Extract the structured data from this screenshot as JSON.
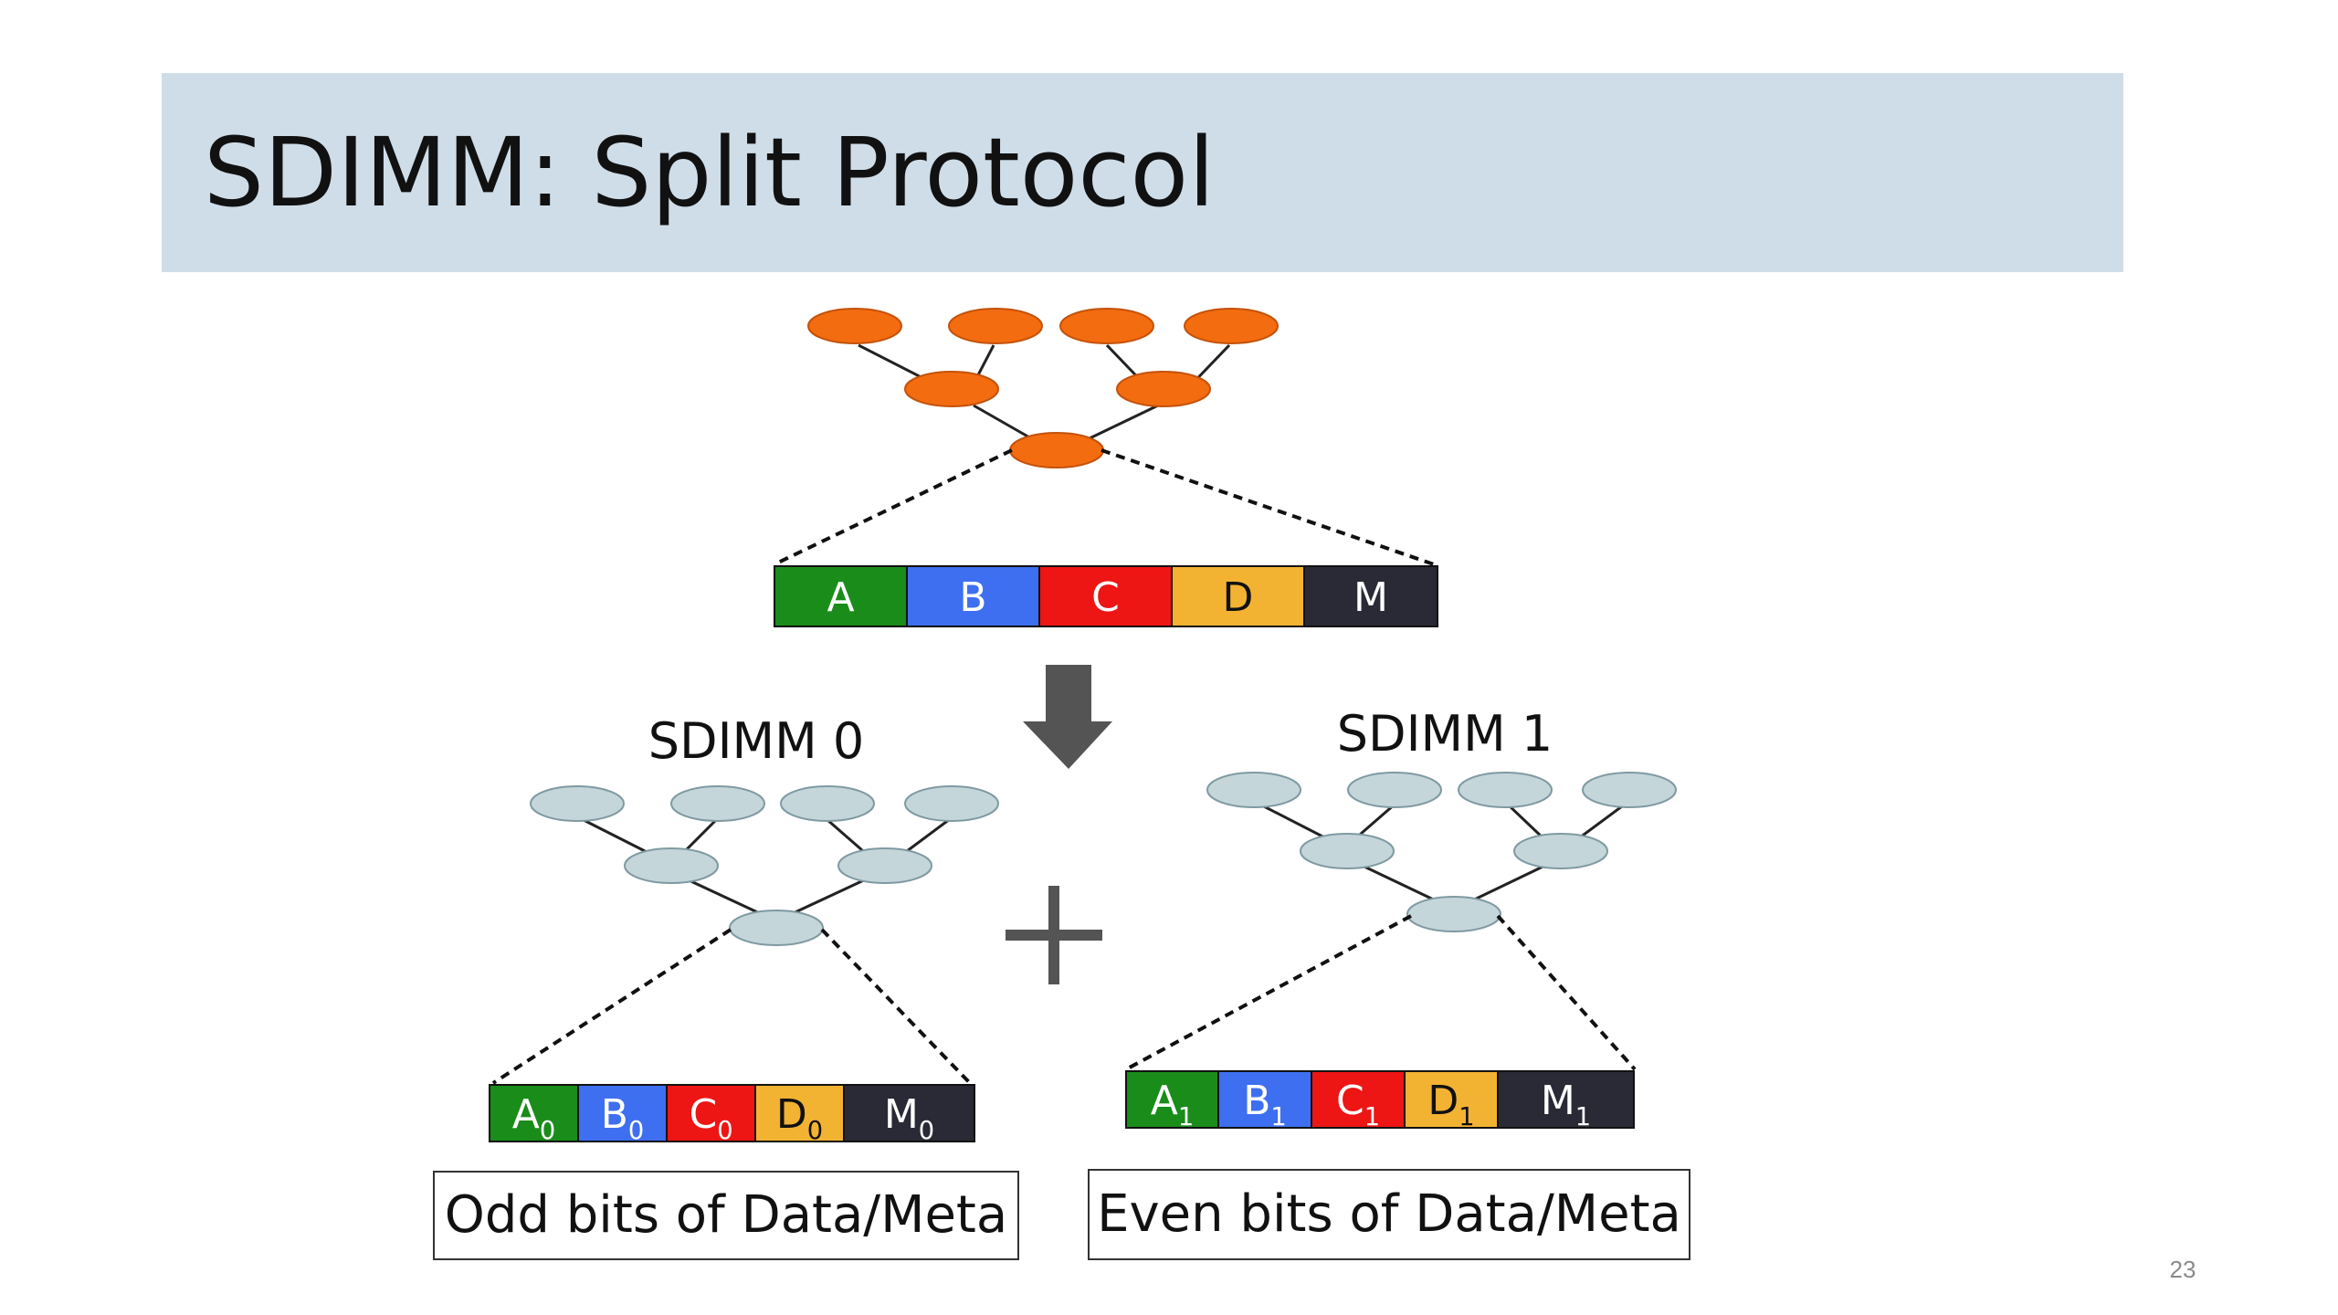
{
  "slide": {
    "title": "SDIMM: Split Protocol",
    "page_number": "23"
  },
  "colors": {
    "title_band": "#cfdde8",
    "tree_node_top": "#f36c10",
    "tree_node_split": "#c5d6da",
    "block_a": "#1a8c1a",
    "block_b": "#3e6ff0",
    "block_c": "#ee1515",
    "block_d": "#f2b232",
    "block_m": "#2a2a36",
    "arrow": "#545454"
  },
  "top_tree": {
    "blocks": [
      {
        "label": "A",
        "sub": "",
        "color": "#1a8c1a"
      },
      {
        "label": "B",
        "sub": "",
        "color": "#3e6ff0"
      },
      {
        "label": "C",
        "sub": "",
        "color": "#ee1515"
      },
      {
        "label": "D",
        "sub": "",
        "color": "#f2b232"
      },
      {
        "label": "M",
        "sub": "",
        "color": "#2a2a36"
      }
    ]
  },
  "sdimm0": {
    "label": "SDIMM 0",
    "blocks": [
      {
        "label": "A",
        "sub": "0",
        "color": "#1a8c1a"
      },
      {
        "label": "B",
        "sub": "0",
        "color": "#3e6ff0"
      },
      {
        "label": "C",
        "sub": "0",
        "color": "#ee1515"
      },
      {
        "label": "D",
        "sub": "0",
        "color": "#f2b232"
      },
      {
        "label": "M",
        "sub": "0",
        "color": "#2a2a36"
      }
    ],
    "caption": "Odd bits of Data/Meta"
  },
  "sdimm1": {
    "label": "SDIMM 1",
    "blocks": [
      {
        "label": "A",
        "sub": "1",
        "color": "#1a8c1a"
      },
      {
        "label": "B",
        "sub": "1",
        "color": "#3e6ff0"
      },
      {
        "label": "C",
        "sub": "1",
        "color": "#ee1515"
      },
      {
        "label": "D",
        "sub": "1",
        "color": "#f2b232"
      },
      {
        "label": "M",
        "sub": "1",
        "color": "#2a2a36"
      }
    ],
    "caption": "Even bits of Data/Meta"
  },
  "icons": {
    "down_arrow": "down-arrow-icon",
    "plus": "plus-icon"
  }
}
